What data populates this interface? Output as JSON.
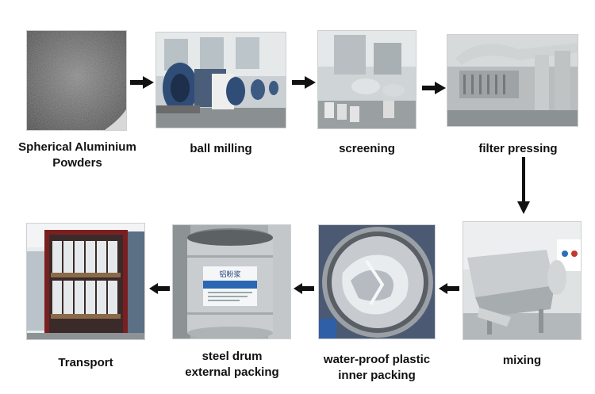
{
  "steps": [
    {
      "label": "Spherical Aluminium\nPowders",
      "photo": "aluminium-powder-photo"
    },
    {
      "label": "ball milling",
      "photo": "ball-mill-photo"
    },
    {
      "label": "screening",
      "photo": "screening-photo"
    },
    {
      "label": "filter pressing",
      "photo": "filter-press-photo"
    },
    {
      "label": "mixing",
      "photo": "mixer-photo"
    },
    {
      "label": "water-proof plastic\ninner packing",
      "photo": "plastic-bag-photo"
    },
    {
      "label": "steel drum\nexternal packing",
      "photo": "steel-drum-photo"
    },
    {
      "label": "Transport",
      "photo": "container-truck-photo"
    }
  ],
  "drum_label": "铝粉浆",
  "colors": {
    "arrow": "#111111",
    "border": "#cfcfcf"
  }
}
